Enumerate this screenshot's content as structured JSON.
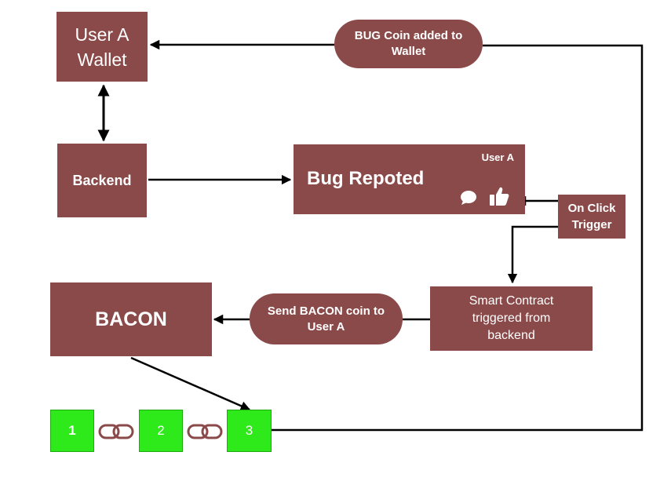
{
  "nodes": {
    "wallet": {
      "line1": "User A",
      "line2": "Wallet"
    },
    "backend": {
      "label": "Backend"
    },
    "bug_reported": {
      "title": "Bug Repoted",
      "user": "User A"
    },
    "on_click_trigger": {
      "line1": "On Click",
      "line2": "Trigger"
    },
    "bacon": {
      "label": "BACON"
    },
    "smart_contract": {
      "line1": "Smart Contract",
      "line2": "triggered from",
      "line3": "backend"
    }
  },
  "edge_labels": {
    "bug_coin": {
      "line1": "BUG Coin added to",
      "line2": "Wallet"
    },
    "send_bacon": {
      "line1": "Send BACON coin to",
      "line2": "User A"
    }
  },
  "blockchain": {
    "blocks": [
      "1",
      "2",
      "3"
    ],
    "block_color": "#2eea1a"
  },
  "icons": [
    "comment-icon",
    "thumbs-up-icon",
    "chain-link-icon"
  ],
  "colors": {
    "node_fill": "#8b4a4a",
    "node_text": "#ffffff",
    "arrow": "#000000",
    "link": "#8b4a4a"
  }
}
